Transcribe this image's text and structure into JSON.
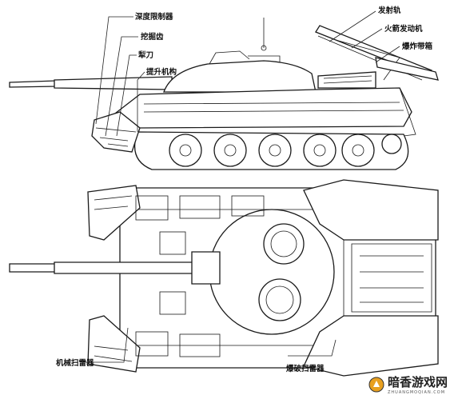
{
  "labels": {
    "depth_limiter": "深度限制器",
    "digging_teeth": "挖掘齿",
    "plow_blade": "犁刀",
    "lift_mechanism": "提升机构",
    "launch_rail": "发射轨",
    "rocket_motor": "火箭发动机",
    "explosive_hose_box": "爆炸带箱",
    "mechanical_clearer": "机械扫雷器",
    "explosive_clearer": "爆破扫雷器"
  },
  "watermark": {
    "text": "暗香游戏网",
    "subtext": "ZHUANGMOQIAN.COM"
  }
}
